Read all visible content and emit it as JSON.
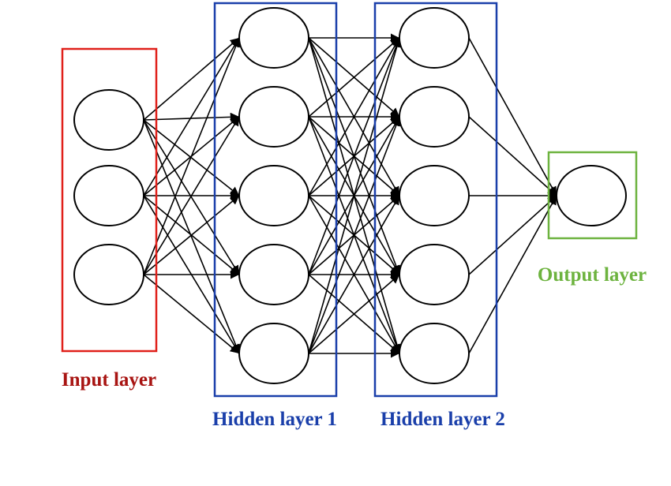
{
  "layers": [
    {
      "id": "input",
      "label": "Input layer",
      "nodes": 3,
      "box_color": "#e0201a",
      "label_color": "#a81412"
    },
    {
      "id": "hidden1",
      "label": "Hidden layer 1",
      "nodes": 5,
      "box_color": "#1a3faa",
      "label_color": "#1a3faa"
    },
    {
      "id": "hidden2",
      "label": "Hidden layer 2",
      "nodes": 5,
      "box_color": "#1a3faa",
      "label_color": "#1a3faa"
    },
    {
      "id": "output",
      "label": "Output layer",
      "nodes": 1,
      "box_color": "#6db33f",
      "label_color": "#6db33f"
    }
  ],
  "connectivity": "fully-connected",
  "edge_color": "#000000"
}
